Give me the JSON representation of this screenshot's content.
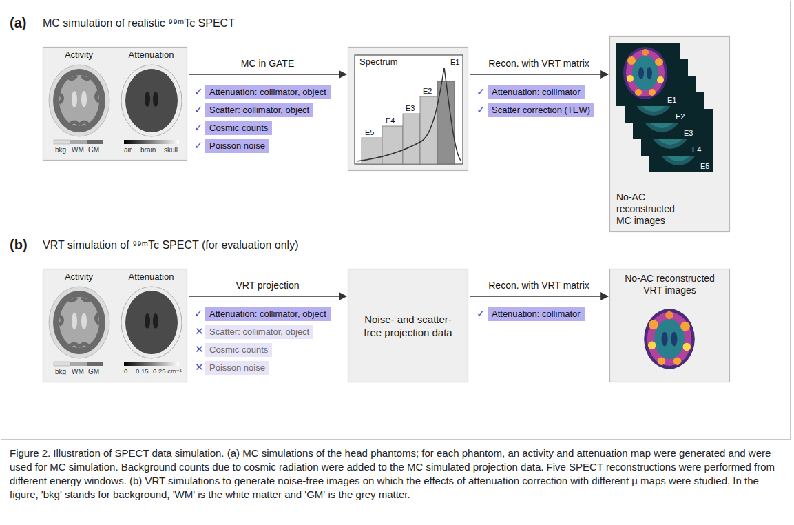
{
  "diagram": {
    "caption": "Figure 2. Illustration of SPECT data simulation. (a) MC simulations of the head phantoms; for each phantom, an activity and attenuation map were generated and were used for MC simulation. Background counts due to cosmic radiation were added to the MC simulated projection data. Five SPECT reconstructions were performed from different energy windows. (b) VRT simulations to generate noise-free images on which the effects of attenuation correction with different μ maps were studied. In the figure, 'bkg' stands for background, 'WM' is the white matter and 'GM' is the grey matter.",
    "nodes": [
      {
        "text": [
          "Activity",
          "Attenuation"
        ]
      },
      {
        "text": [
          "Attenuation: collimator, object"
        ]
      },
      {
        "text": [
          "Scatter: collimator, object"
        ]
      },
      {
        "text": [
          "Cosmic counts"
        ]
      },
      {
        "text": [
          "Poisson noise"
        ]
      },
      {
        "text": [
          "Spectrum"
        ]
      },
      {
        "text": [
          "Attenuation: collimator"
        ]
      },
      {
        "text": [
          "Scatter correction (TEW)"
        ]
      },
      {
        "text": [
          "No-AC reconstructed MC images"
        ]
      },
      {
        "text": [
          "Activity",
          "Attenuation"
        ]
      },
      {
        "text": [
          "Attenuation: collimator, object"
        ]
      },
      {
        "text": [
          "Scatter: collimator, object"
        ]
      },
      {
        "text": [
          "Cosmic counts"
        ]
      },
      {
        "text": [
          "Poisson noise"
        ]
      },
      {
        "text": [
          "Noise- and scatter-free projection data"
        ]
      },
      {
        "text": [
          "Attenuation: collimator"
        ]
      },
      {
        "text": [
          "No-AC reconstructed VRT images"
        ]
      }
    ],
    "edges": [
      {
        "from": 0,
        "to": 5,
        "arrow": "to",
        "label": "MC in GATE"
      },
      {
        "from": 5,
        "to": 8,
        "arrow": "to",
        "label": "Recon. with VRT matrix"
      },
      {
        "from": 9,
        "to": 14,
        "arrow": "to",
        "label": "VRT projection"
      },
      {
        "from": 14,
        "to": 16,
        "arrow": "to",
        "label": "Recon. with VRT matrix"
      }
    ],
    "labels": [
      "(a)",
      "MC simulation of realistic ⁹⁹ᵐTc SPECT",
      "bkg",
      "WM",
      "GM",
      "air",
      "brain",
      "skull",
      "✓",
      "✓",
      "✓",
      "✓",
      "E5",
      "E4",
      "E3",
      "E2",
      "E1",
      "✓",
      "✓",
      "E1",
      "E2",
      "E3",
      "E4",
      "E5",
      "(b)",
      "VRT simulation of ⁹⁹ᵐTc SPECT (for evaluation only)",
      "bkg",
      "WM",
      "GM",
      "0",
      "0.15",
      "0.25 cm⁻¹",
      "✓",
      "✕",
      "✕",
      "✕",
      "✓"
    ]
  }
}
